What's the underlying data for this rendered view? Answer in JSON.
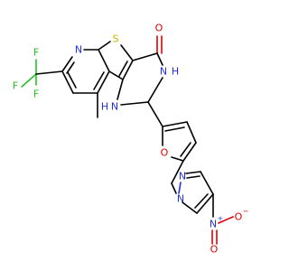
{
  "colors": {
    "carbon": "#000000",
    "nitrogen": "#2030e0",
    "oxygen": "#e00000",
    "sulfur": "#c8b400",
    "fluorine": "#26c026",
    "background": "#ffffff"
  },
  "atoms": {
    "f_top": "F",
    "f_left": "F",
    "f_bottom": "F",
    "n_pyridine": "N",
    "s_thiophene": "S",
    "o_carbonyl": "O",
    "nh_ring": "N",
    "nh_ring_h": "H",
    "hn_ring": "N",
    "hn_ring_h": "H",
    "o_furan": "O",
    "n_pyrazole_1": "N",
    "n_pyrazole_2": "N",
    "n_nitro": "N",
    "n_nitro_charge": "+",
    "o_nitro_minus": "O",
    "o_nitro_minus_charge": "−",
    "o_nitro_double": "O"
  }
}
